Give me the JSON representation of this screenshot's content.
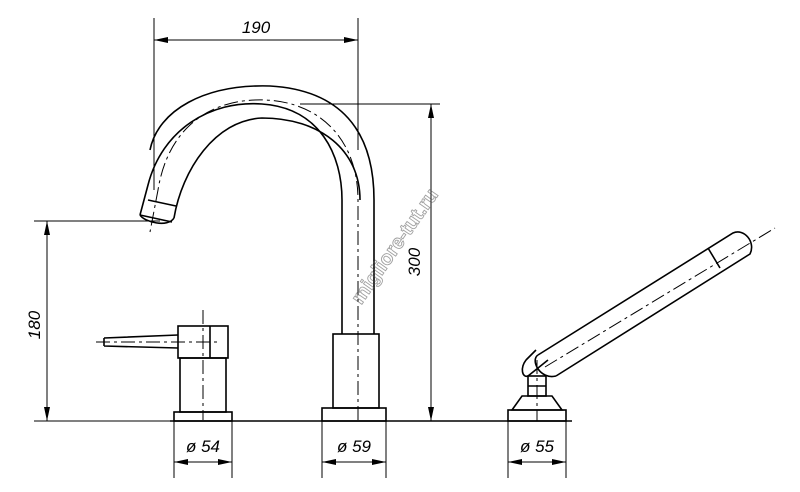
{
  "dimensions": {
    "spout_reach": "190",
    "spout_height": "300",
    "outlet_height": "180",
    "lever_diameter": "ø 54",
    "spout_diameter": "ø 59",
    "shower_diameter": "ø 55"
  },
  "watermark": "migliore-tut.ru"
}
